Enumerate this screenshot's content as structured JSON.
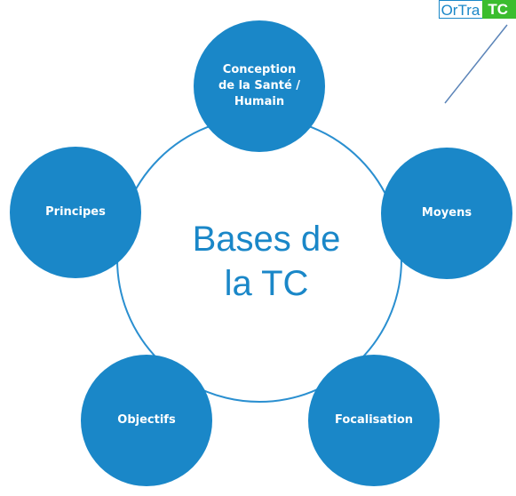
{
  "logo": {
    "left_text": "OrTra",
    "right_text": "TC",
    "left_color": "#1a87c8",
    "right_color": "#3bbd2e"
  },
  "center": {
    "line1": "Bases de",
    "line2": "la TC"
  },
  "nodes": [
    {
      "id": "conception",
      "label": "Conception de la Santé / Humain"
    },
    {
      "id": "moyens",
      "label": "Moyens"
    },
    {
      "id": "focalisation",
      "label": "Focalisation"
    },
    {
      "id": "objectifs",
      "label": "Objectifs"
    },
    {
      "id": "principes",
      "label": "Principes"
    }
  ],
  "colors": {
    "node_fill": "#1a87c8",
    "ring_stroke": "#2a8fd0",
    "arrow_stroke": "#5b84b8"
  }
}
